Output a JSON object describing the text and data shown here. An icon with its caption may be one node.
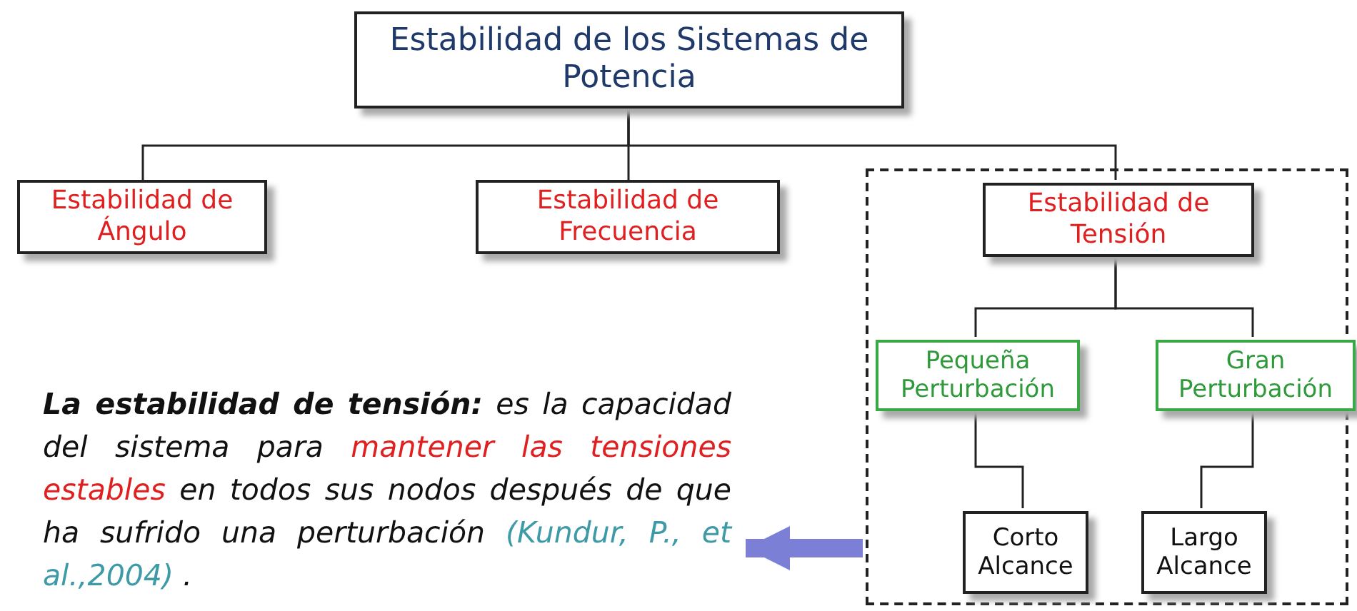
{
  "diagram": {
    "nodes": [
      {
        "text": [
          "Estabilidad de los Sistemas de Potencia"
        ]
      },
      {
        "text": [
          "Estabilidad de Ángulo"
        ]
      },
      {
        "text": [
          "Estabilidad de Frecuencia"
        ]
      },
      {
        "text": [],
        "shape": "box"
      },
      {
        "text": [
          "Estabilidad de Tensión"
        ],
        "in": 3
      },
      {
        "text": [
          "Pequeña Perturbación"
        ],
        "in": 3
      },
      {
        "text": [
          "Gran Perturbación"
        ],
        "in": 3
      },
      {
        "text": [
          "Corto Alcance"
        ],
        "in": 3
      },
      {
        "text": [
          "Largo Alcance"
        ],
        "in": 3
      },
      {
        "text": [
          "**La estabilidad de tensión:** es la capacidad del sistema para",
          "mantener las tensiones estables",
          "en todos sus nodos después de que ha sufrido una perturbación",
          "(Kundur, P., et al.,2004)",
          "."
        ]
      }
    ],
    "edges": [
      {
        "from": 0,
        "to": 1,
        "arrow": "none"
      },
      {
        "from": 0,
        "to": 2,
        "arrow": "none"
      },
      {
        "from": 0,
        "to": 4,
        "arrow": "none"
      },
      {
        "from": 4,
        "to": 5,
        "arrow": "none"
      },
      {
        "from": 4,
        "to": 6,
        "arrow": "none"
      },
      {
        "from": 5,
        "to": 7,
        "arrow": "none"
      },
      {
        "from": 6,
        "to": 8,
        "arrow": "none"
      },
      {
        "from": 3,
        "to": 9,
        "arrow": "to",
        "style": "thick",
        "color": "#7b7fd6"
      }
    ]
  }
}
